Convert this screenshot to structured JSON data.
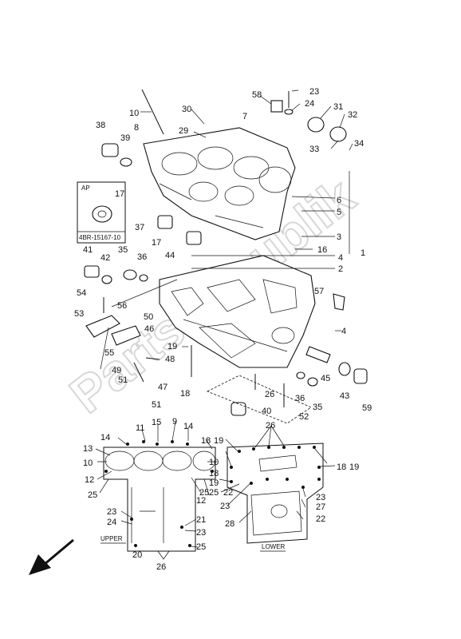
{
  "watermark": "PartsRepublik",
  "inset": {
    "tag": "AP",
    "part": "17",
    "code": "4BR-15167-10"
  },
  "captions": {
    "upper": "UPPER",
    "lower": "LOWER"
  },
  "callouts": {
    "c10": "10",
    "c30": "30",
    "c58": "58",
    "c23a": "23",
    "c24": "24",
    "c31": "31",
    "c32": "32",
    "c38": "38",
    "c8": "8",
    "c29": "29",
    "c7": "7",
    "c39": "39",
    "c33": "33",
    "c34": "34",
    "c17a": "17",
    "c6": "6",
    "c5": "5",
    "c3": "3",
    "c37": "37",
    "c16": "16",
    "c1": "1",
    "c17b": "17",
    "c44": "44",
    "c4a": "4",
    "c2": "2",
    "c41": "41",
    "c42": "42",
    "c35a": "35",
    "c36a": "36",
    "c57": "57",
    "c54": "54",
    "c53": "53",
    "c56": "56",
    "c50": "50",
    "c46": "46",
    "c4b": "4",
    "c19a": "19",
    "c55": "55",
    "c48": "48",
    "c49": "49",
    "c51a": "51",
    "c47": "47",
    "c51b": "51",
    "c18a": "18",
    "c45": "45",
    "c26a": "26",
    "c36b": "36",
    "c35b": "35",
    "c43": "43",
    "c59": "59",
    "c40": "40",
    "c52": "52",
    "u14a": "14",
    "u11": "11",
    "u15": "15",
    "u9": "9",
    "u14b": "14",
    "u13": "13",
    "u10a": "10",
    "u12a": "12",
    "u25a": "25",
    "u10b": "10",
    "u25b": "25",
    "u12b": "12",
    "u23a": "23",
    "u24": "24",
    "u21": "21",
    "u23b": "23",
    "u25c": "25",
    "u20": "20",
    "u26": "26",
    "l26": "26",
    "l18a": "18",
    "l19a": "19",
    "l18b": "18",
    "l19b": "19",
    "l18c": "18",
    "l19c": "19",
    "l22a": "22",
    "l25": "25",
    "l23a": "23",
    "l28": "28",
    "l23b": "23",
    "l27": "27",
    "l22b": "22"
  }
}
